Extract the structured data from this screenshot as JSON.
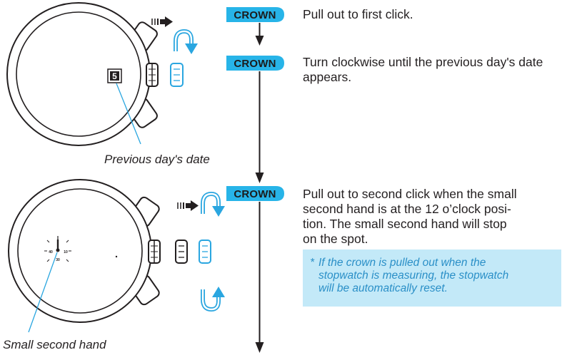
{
  "badges": [
    "CROWN",
    "CROWN",
    "CROWN"
  ],
  "steps": [
    "Pull out to first click.",
    "Turn clockwise until the previous day's date appears.",
    "Pull out to second click when the small second hand is at the 12 o'clock position. The small second hand will stop on the spot."
  ],
  "step3_lines": [
    "Pull out to second click when the small",
    "second hand is at the 12 o’clock posi-",
    "tion. The small second hand will stop",
    "on the spot."
  ],
  "note": {
    "star": "*",
    "lines": [
      "If the crown is pulled out when the",
      "stopwatch is measuring, the stopwatch",
      "will be automatically reset."
    ]
  },
  "date_window_value": "5",
  "subdial_labels": [
    "40",
    "10",
    "30"
  ],
  "captions": {
    "top": "Previous day's date",
    "bottom": "Small second hand"
  },
  "colors": {
    "badge": "#27b4e8",
    "arrow_blue": "#2aa6e0",
    "note_bg": "#c3e9f8",
    "note_text": "#2a8fc7",
    "line": "#231f20"
  }
}
